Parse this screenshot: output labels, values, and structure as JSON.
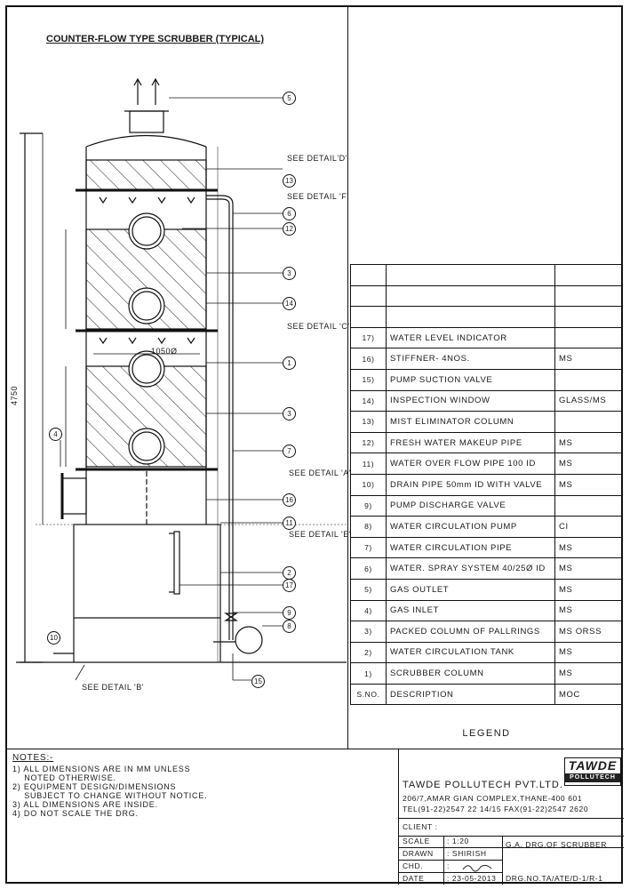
{
  "title": "COUNTER-FLOW TYPE SCRUBBER (TYPICAL)",
  "dimensions": {
    "height": "4750",
    "diameter": "1050Ø"
  },
  "detail_labels": {
    "d": "SEE DETAIL'D'",
    "f": "SEE DETAIL 'F'",
    "c": "SEE DETAIL 'C'",
    "a": "SEE DETAIL 'A'",
    "e": "SEE DETAIL 'E'",
    "b": "SEE DETAIL 'B'"
  },
  "callouts": [
    "5",
    "13",
    "6",
    "12",
    "3",
    "14",
    "1",
    "3",
    "7",
    "16",
    "11",
    "2",
    "17",
    "9",
    "8",
    "15",
    "10",
    "4"
  ],
  "legend": {
    "title": "LEGEND",
    "header": {
      "no": "S.NO.",
      "desc": "DESCRIPTION",
      "moc": "MOC"
    },
    "rows": [
      {
        "no": "17)",
        "desc": "WATER LEVEL INDICATOR",
        "moc": ""
      },
      {
        "no": "16)",
        "desc": "STIFFNER- 4NOS.",
        "moc": "MS"
      },
      {
        "no": "15)",
        "desc": "PUMP SUCTION VALVE",
        "moc": ""
      },
      {
        "no": "14)",
        "desc": "INSPECTION WINDOW",
        "moc": "GLASS/MS"
      },
      {
        "no": "13)",
        "desc": "MIST ELIMINATOR COLUMN",
        "moc": ""
      },
      {
        "no": "12)",
        "desc": "FRESH WATER MAKEUP PIPE",
        "moc": "MS"
      },
      {
        "no": "11)",
        "desc": "WATER OVER FLOW PIPE 100 ID",
        "moc": "MS"
      },
      {
        "no": "10)",
        "desc": "DRAIN PIPE 50mm ID WITH VALVE",
        "moc": "MS"
      },
      {
        "no": "9)",
        "desc": "PUMP DISCHARGE VALVE",
        "moc": ""
      },
      {
        "no": "8)",
        "desc": "WATER CIRCULATION PUMP",
        "moc": "CI"
      },
      {
        "no": "7)",
        "desc": "WATER CIRCULATION PIPE",
        "moc": "MS"
      },
      {
        "no": "6)",
        "desc": "WATER. SPRAY SYSTEM 40/25Ø ID",
        "moc": "MS"
      },
      {
        "no": "5)",
        "desc": "GAS OUTLET",
        "moc": "MS"
      },
      {
        "no": "4)",
        "desc": "GAS INLET",
        "moc": "MS"
      },
      {
        "no": "3)",
        "desc": "PACKED COLUMN OF PALLRINGS",
        "moc": "MS ORSS"
      },
      {
        "no": "2)",
        "desc": "WATER CIRCULATION TANK",
        "moc": "MS"
      },
      {
        "no": "1)",
        "desc": "SCRUBBER COLUMN",
        "moc": "MS"
      }
    ]
  },
  "notes": {
    "heading": "NOTES:-",
    "items": [
      "1) ALL DIMENSIONS ARE IN MM UNLESS",
      "    NOTED OTHERWISE.",
      "2) EQUIPMENT DESIGN/DIMENSIONS",
      "    SUBJECT TO CHANGE WITHOUT NOTICE.",
      "3) ALL DIMENSIONS ARE INSIDE.",
      "4) DO NOT SCALE THE DRG."
    ]
  },
  "title_block": {
    "company": "TAWDE POLLUTECH PVT.LTD.",
    "address": "206/7,AMAR GIAN COMPLEX,THANE-400 601",
    "tel": "TEL(91-22)2547 22 14/15  FAX(91-22)2547 2620",
    "client": "CLIENT :",
    "scale_label": "SCALE",
    "scale": ": 1:20",
    "drawn_label": "DRAWN",
    "drawn": ": SHIRISH",
    "chd_label": "CHD.",
    "chd": ":",
    "date_label": "DATE",
    "date": ": 23-05-2013",
    "drawing_title": "G.A. DRG.OF SCRUBBER",
    "drawing_no": "DRG.NO.TA/ATE/D-1/R-1",
    "logo_main": "TAWDE",
    "logo_sub": "POLLUTECH"
  }
}
